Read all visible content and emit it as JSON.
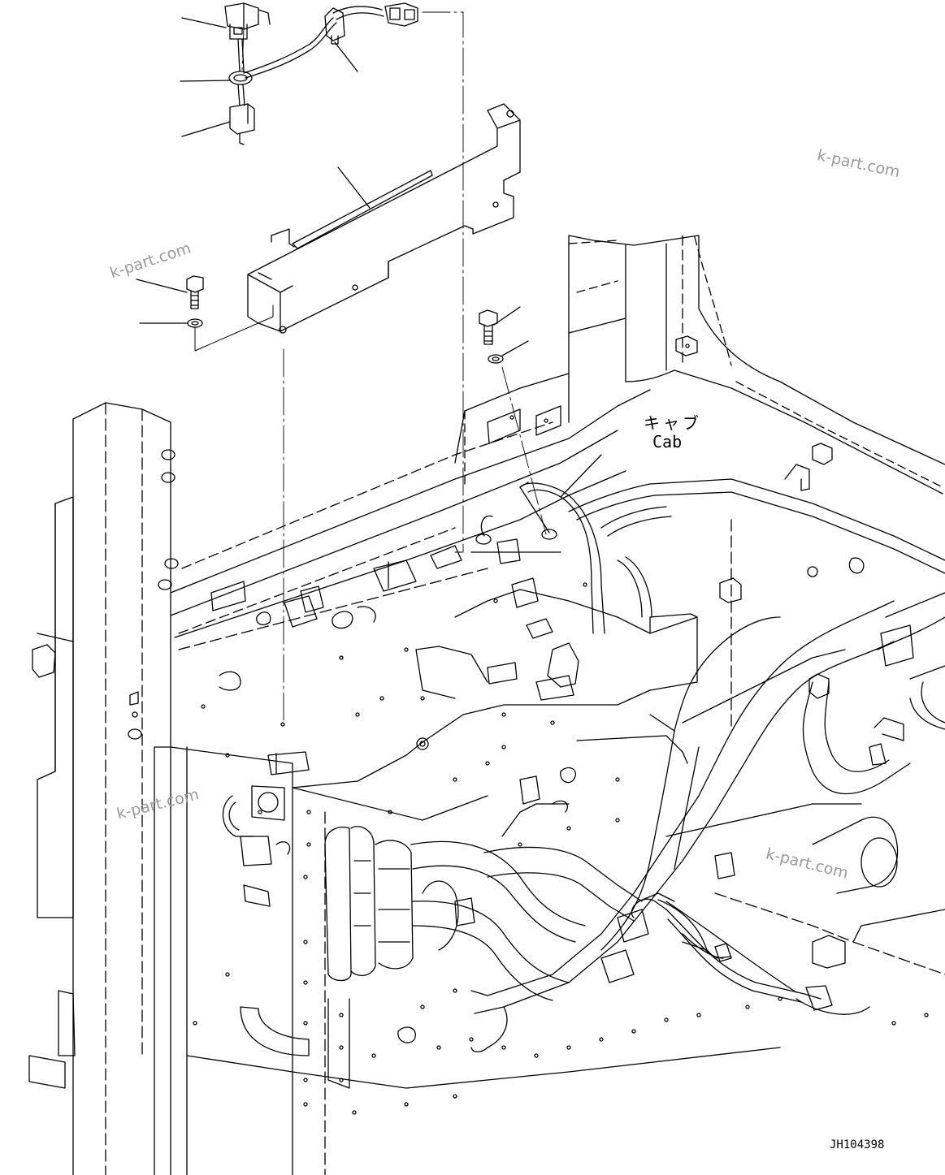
{
  "labels": {
    "cab_jp": "キャブ",
    "cab_en": "Cab",
    "drawing_code": "JH104398"
  },
  "watermarks": [
    "k-part.com",
    "k-part.com",
    "k-part.com",
    "k-part.com"
  ],
  "colors": {
    "line": "#000000",
    "watermark": "#9a9a9a",
    "background": "#ffffff"
  }
}
